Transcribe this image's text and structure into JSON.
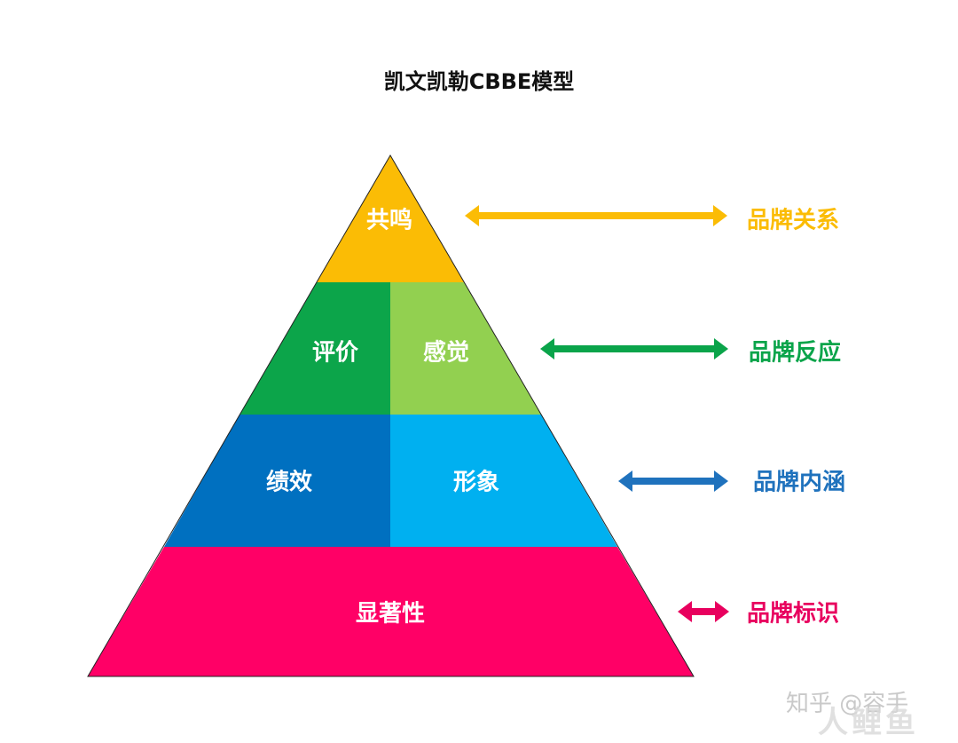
{
  "title": "凯文凯勒CBBE模型",
  "pyramid": {
    "apex": "共鸣",
    "judgments": "评价",
    "feelings": "感觉",
    "performance": "绩效",
    "imagery": "形象",
    "salience": "显著性"
  },
  "levels": [
    {
      "label": "品牌关系",
      "color": "#fbbc05"
    },
    {
      "label": "品牌反应",
      "color": "#0aa44a"
    },
    {
      "label": "品牌内涵",
      "color": "#1f72bd"
    },
    {
      "label": "品牌标识",
      "color": "#e8005e"
    }
  ],
  "colors": {
    "apex": "#fbbc05",
    "judgments": "#0ca54a",
    "feelings": "#92d050",
    "performance": "#0070c0",
    "imagery": "#00b0f0",
    "salience": "#ff0066"
  },
  "watermark": {
    "text": "知乎 @容手",
    "logo": "人鲤鱼"
  }
}
